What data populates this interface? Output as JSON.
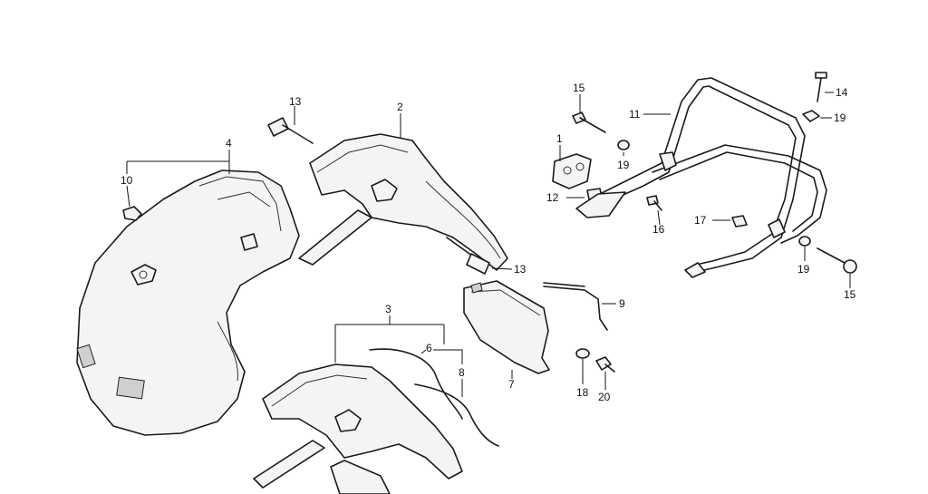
{
  "diagram": {
    "callouts": [
      {
        "id": "c13a",
        "label": "13"
      },
      {
        "id": "c2",
        "label": "2"
      },
      {
        "id": "c4",
        "label": "4"
      },
      {
        "id": "c10",
        "label": "10"
      },
      {
        "id": "c13b",
        "label": "13"
      },
      {
        "id": "c3",
        "label": "3"
      },
      {
        "id": "c6",
        "label": "6"
      },
      {
        "id": "c8",
        "label": "8"
      },
      {
        "id": "c7",
        "label": "7"
      },
      {
        "id": "c9",
        "label": "9"
      },
      {
        "id": "c1",
        "label": "1"
      },
      {
        "id": "c12",
        "label": "12"
      },
      {
        "id": "c15a",
        "label": "15"
      },
      {
        "id": "c19a",
        "label": "19"
      },
      {
        "id": "c11",
        "label": "11"
      },
      {
        "id": "c14",
        "label": "14"
      },
      {
        "id": "c19b",
        "label": "19"
      },
      {
        "id": "c16",
        "label": "16"
      },
      {
        "id": "c17",
        "label": "17"
      },
      {
        "id": "c19c",
        "label": "19"
      },
      {
        "id": "c15b",
        "label": "15"
      },
      {
        "id": "c18",
        "label": "18"
      },
      {
        "id": "c20",
        "label": "20"
      }
    ]
  }
}
